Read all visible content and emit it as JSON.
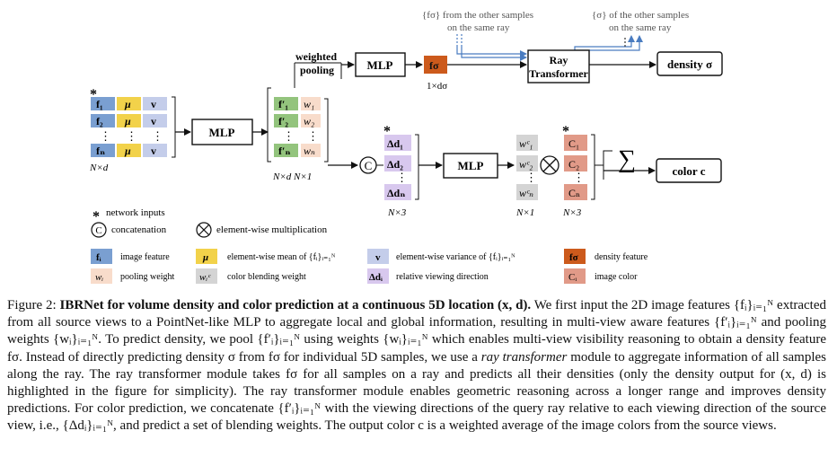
{
  "figure": {
    "top_note_left": [
      "{fσ} from the other samples",
      "on the same ray"
    ],
    "top_note_right": [
      "{σ} of the other samples",
      "on the same ray"
    ],
    "weighted_pooling": [
      "weighted",
      "pooling"
    ],
    "mlp": "MLP",
    "ray_transformer": [
      "Ray",
      "Transformer"
    ],
    "density_out": "density σ",
    "color_out": "color  c",
    "sigma_dim": "1×dσ",
    "star": "*",
    "dots": "⋮",
    "sum": "∑",
    "otimes": "⊗",
    "concat": "C",
    "input_cells": [
      [
        "f₁",
        "μ",
        "v"
      ],
      [
        "f₂",
        "μ",
        "v"
      ],
      [
        "fₙ",
        "μ",
        "v"
      ]
    ],
    "input_dim": "N×d",
    "pooled_cells": [
      [
        "f′₁",
        "w₁"
      ],
      [
        "f′₂",
        "w₂"
      ],
      [
        "f′ₙ",
        "wₙ"
      ]
    ],
    "pooled_dim": "N×d  N×1",
    "delta_cells": [
      "Δd₁",
      "Δd₂",
      "Δdₙ"
    ],
    "delta_dim": "N×3",
    "blend_cells": [
      "wᶜ₁",
      "wᶜ₂",
      "wᶜₙ"
    ],
    "blend_dim": "N×1",
    "color_cells": [
      "C₁",
      "C₂",
      "Cₙ"
    ],
    "color_dim": "N×3",
    "f_sigma": "fσ"
  },
  "legend": {
    "network_inputs": "network inputs",
    "concatenation": "concatenation",
    "elementwise_mult": "element-wise multiplication",
    "items": [
      {
        "swatch": "fᵢ",
        "label": "image feature",
        "color": "#7a9fd1"
      },
      {
        "swatch": "μ",
        "label": "element-wise mean of {fᵢ}ᵢ₌₁ᴺ",
        "color": "#f2d24a"
      },
      {
        "swatch": "v",
        "label": "element-wise variance of {fᵢ}ᵢ₌₁ᴺ",
        "color": "#c4cdea"
      },
      {
        "swatch": "fσ",
        "label": "density feature",
        "color": "#cc5a1c"
      },
      {
        "swatch": "wᵢ",
        "label": "pooling weight",
        "color": "#f8dccb"
      },
      {
        "swatch": "wᵢᶜ",
        "label": "color blending weight",
        "color": "#d4d4d4"
      },
      {
        "swatch": "Δdᵢ",
        "label": "relative viewing direction",
        "color": "#d8c8ee"
      },
      {
        "swatch": "Cᵢ",
        "label": "image color",
        "color": "#e19a88"
      }
    ]
  },
  "colors": {
    "feature_blue": "#7a9fd1",
    "mean_yellow": "#f2d24a",
    "variance_lavender": "#c4cdea",
    "pooled_green": "#93c47d",
    "weight_peach": "#f8dccb",
    "density_orange": "#cc5a1c",
    "delta_purple": "#d8c8ee",
    "blend_gray": "#d4d4d4",
    "color_salmon": "#e19a88",
    "arrow_blue": "#4a7cc0"
  },
  "caption": {
    "label": "Figure 2:",
    "bold_title": "IBRNet for volume density and color prediction at a continuous 5D location (x, d).",
    "s1": "We first input the 2D image features {fᵢ}ᵢ₌₁ᴺ extracted from all source views to a PointNet-like MLP to aggregate local and global information, resulting in multi-view aware features {f′ᵢ}ᵢ₌₁ᴺ and pooling weights {wᵢ}ᵢ₌₁ᴺ. To predict density, we pool {f′ᵢ}ᵢ₌₁ᴺ using weights {wᵢ}ᵢ₌₁ᴺ which enables multi-view visibility reasoning to obtain a density feature fσ. Instead of directly predicting density σ from fσ for individual 5D samples, we use a",
    "ray_transformer": "ray transformer",
    "s2": "module to aggregate information of all samples along the ray. The ray transformer module takes fσ for all samples on a ray and predicts all their densities (only the density output for (x, d) is highlighted in the figure for simplicity). The ray transformer module enables geometric reasoning across a longer range and improves density predictions. For color prediction, we concatenate {f′ᵢ}ᵢ₌₁ᴺ with the viewing directions of the query ray relative to each viewing direction of the source view, i.e., {Δdᵢ}ᵢ₌₁ᴺ, and predict a set of blending weights. The output color c is a weighted average of the image colors from the source views."
  }
}
